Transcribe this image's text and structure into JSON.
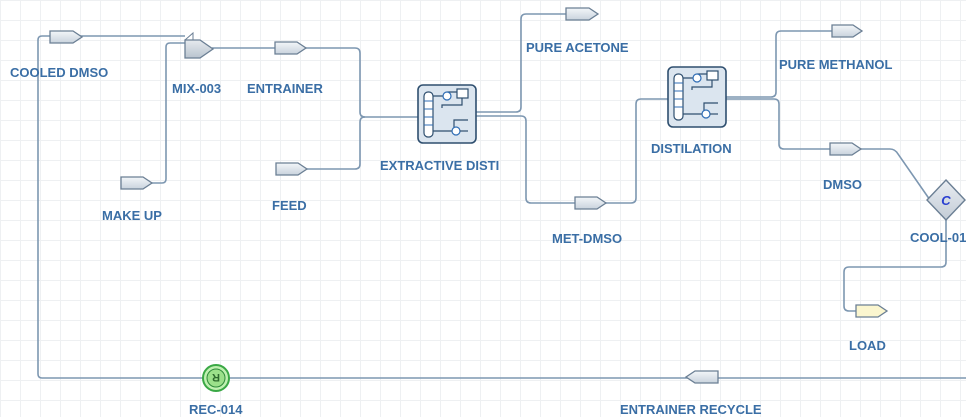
{
  "labels": {
    "cooled_dmso": "COOLED DMSO",
    "make_up": "MAKE UP",
    "mix": "MIX-003",
    "entrainer": "ENTRAINER",
    "feed": "FEED",
    "extractive": "EXTRACTIVE DISTI",
    "pure_acetone": "PURE ACETONE",
    "met_dmso": "MET-DMSO",
    "distilation": "DISTILATION",
    "pure_methanol": "PURE METHANOL",
    "dmso": "DMSO",
    "cooler": "COOL-01",
    "load": "LOAD",
    "recycle_block": "REC-014",
    "entrainer_recycle": "ENTRAINER RECYCLE"
  },
  "glyphs": {
    "cooler_letter": "C",
    "recycle_letter": "R"
  },
  "colors": {
    "label": "#3a6ea5",
    "pipe": "#7d97b1",
    "stream_fill": "#dfe5eb",
    "energy_stream_fill": "#fbf6cf",
    "block_fill": "#dbe5ef",
    "block_stroke": "#2f4f6f",
    "column_accent": "#2f6db5",
    "recycle_fill": "#9be08a",
    "recycle_ring": "#3aa845",
    "cooler_letter": "#2a3fd0"
  }
}
